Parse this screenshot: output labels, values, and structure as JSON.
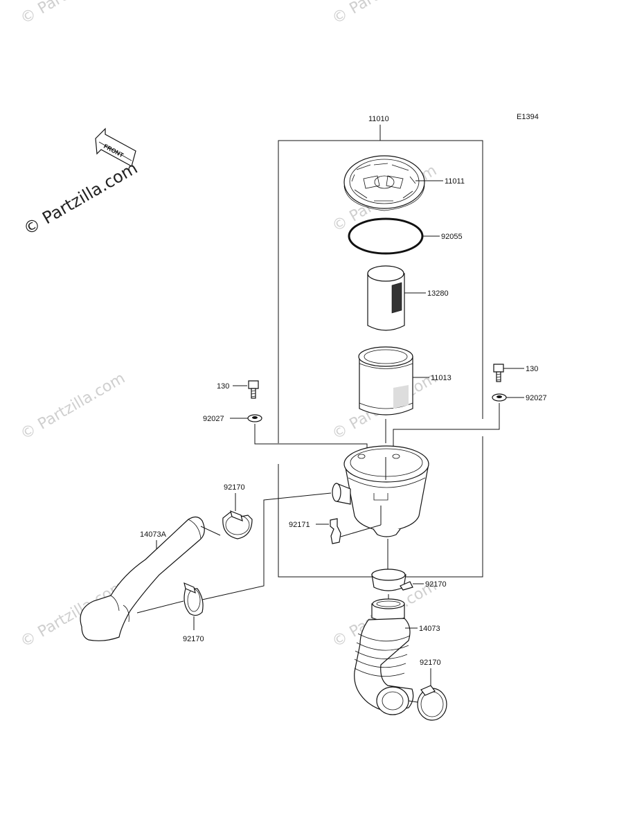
{
  "diagram_code": "E1394",
  "watermark_text": "© Partzilla.com",
  "front_arrow_label": "FRONT",
  "colors": {
    "line": "#111111",
    "watermark": "#cfcfcf",
    "background": "#ffffff"
  },
  "labels": {
    "p11010": "11010",
    "p11011": "11011",
    "p92055": "92055",
    "p13280": "13280",
    "p11013": "11013",
    "p130_left": "130",
    "p92027_left": "92027",
    "p130_right": "130",
    "p92027_right": "92027",
    "p92170_a": "92170",
    "p14073A": "14073A",
    "p92171": "92171",
    "p92170_b": "92170",
    "p92170_c": "92170",
    "p14073": "14073",
    "p92170_d": "92170"
  }
}
